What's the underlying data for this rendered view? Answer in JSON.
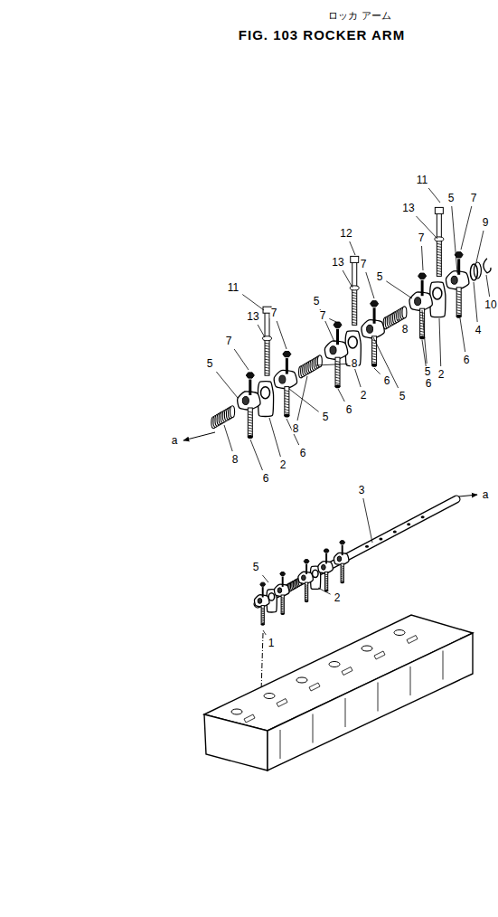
{
  "diagram": {
    "title": "FIG. 103 ROCKER ARM",
    "labels": [
      "ロッカ アーム",
      "11",
      "13",
      "5",
      "7",
      "9",
      "7",
      "12",
      "13",
      "7",
      "5",
      "10",
      "4",
      "11",
      "13",
      "5",
      "7",
      "7",
      "7",
      "5",
      "8",
      "8",
      "5",
      "6",
      "2",
      "6",
      "6",
      "5",
      "2",
      "6",
      "5",
      "8",
      "6",
      "2",
      "8",
      "6",
      "a",
      "3",
      "a",
      "5",
      "2",
      "1"
    ]
  }
}
